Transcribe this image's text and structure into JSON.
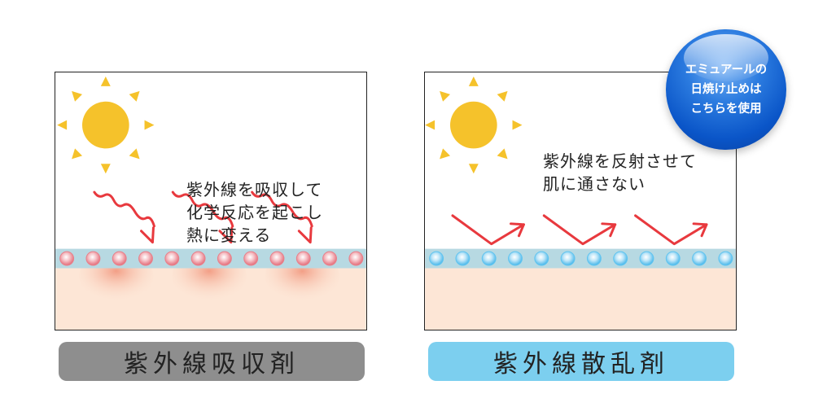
{
  "absorber": {
    "caption_lines": [
      "紫外線を吸収して",
      "化学反応を起こし",
      "熱に変える"
    ],
    "label": "紫外線吸収剤",
    "label_color": "#8e8e8e",
    "particle_color": "#e8808a",
    "particle_count": 12,
    "wave_arrow_count": 3
  },
  "scatter": {
    "caption_lines": [
      "紫外線を反射させて",
      "肌に通さない"
    ],
    "label": "紫外線散乱剤",
    "label_color": "#7ccfef",
    "particle_color": "#5fc4f0",
    "particle_count": 12,
    "reflect_arrow_count": 3
  },
  "badge": {
    "lines": [
      "エミュアールの",
      "日焼け止めは",
      "こちらを使用"
    ],
    "color": "#1565d8"
  },
  "colors": {
    "sun": "#f5c22b",
    "ray": "#f5c22b",
    "arrow": "#e8393e",
    "layer": "#b7d9e2",
    "skin": "#fde6d6",
    "heat": "#f29b82"
  }
}
